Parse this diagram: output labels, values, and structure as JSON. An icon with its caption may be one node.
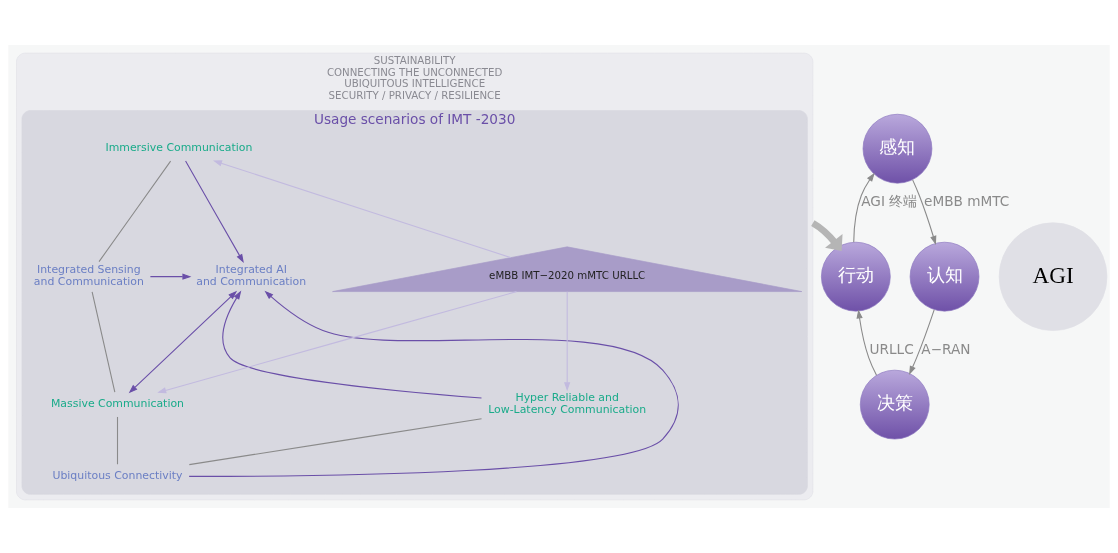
{
  "diagram": {
    "nodes": [
      {
        "text": [
          "SUSTAINABILITY",
          "CONNECTING THE UNCONNECTED",
          "UBIQUITOUS INTELLIGENCE",
          "SECURITY / PRIVACY / RESILIENCE"
        ]
      },
      {
        "text": [
          "Usage scenarios of IMT -2030"
        ],
        "in": 0
      },
      {
        "text": [
          "Immersive Communication"
        ],
        "in": 1
      },
      {
        "text": [
          "Integrated Sensing and Communication"
        ],
        "in": 1
      },
      {
        "text": [
          "Integrated AI and Communication"
        ],
        "in": 1
      },
      {
        "text": [
          "Massive Communication"
        ],
        "in": 1
      },
      {
        "text": [
          "Hyper Reliable and Low-Latency Communication"
        ],
        "in": 1
      },
      {
        "text": [
          "Ubiquitous Connectivity"
        ],
        "in": 1
      },
      {
        "text": [
          "eMBB IMT−2020 mMTC URLLC"
        ],
        "in": 1
      },
      {
        "text": [
          "AGI"
        ]
      },
      {
        "text": [
          "感知"
        ]
      },
      {
        "text": [
          "认知"
        ]
      },
      {
        "text": [
          "决策"
        ]
      },
      {
        "text": [
          "行动"
        ]
      }
    ],
    "edges": [
      {
        "from": 2,
        "to": 3,
        "arrow": "none"
      },
      {
        "from": 3,
        "to": 5,
        "arrow": "none"
      },
      {
        "from": 5,
        "to": 7,
        "arrow": "none"
      },
      {
        "from": 7,
        "to": 6,
        "arrow": "none"
      },
      {
        "from": 2,
        "to": 4,
        "arrow": "to",
        "color": "#6a4fa8"
      },
      {
        "from": 3,
        "to": 4,
        "arrow": "to",
        "color": "#6a4fa8"
      },
      {
        "from": 5,
        "to": 4,
        "arrow": "both",
        "color": "#6a4fa8"
      },
      {
        "from": 7,
        "to": 4,
        "arrow": "to",
        "color": "#6a4fa8"
      },
      {
        "from": 6,
        "to": 4,
        "arrow": "to",
        "color": "#6a4fa8"
      },
      {
        "from": 8,
        "to": 2,
        "arrow": "to",
        "color": "#c2badf"
      },
      {
        "from": 8,
        "to": 5,
        "arrow": "to",
        "color": "#c2badf"
      },
      {
        "from": 8,
        "to": 6,
        "arrow": "to",
        "color": "#c2badf"
      },
      {
        "from": 0,
        "to": 13,
        "arrow": "to",
        "style": "thick",
        "color": "#b5b5b5"
      },
      {
        "from": 13,
        "to": 10,
        "arrow": "to",
        "label": "AGI 终端"
      },
      {
        "from": 10,
        "to": 11,
        "arrow": "to",
        "label": "eMBB mMTC"
      },
      {
        "from": 11,
        "to": 12,
        "arrow": "to",
        "label": "A−RAN"
      },
      {
        "from": 12,
        "to": 13,
        "arrow": "to",
        "label": "URLLC"
      }
    ]
  }
}
